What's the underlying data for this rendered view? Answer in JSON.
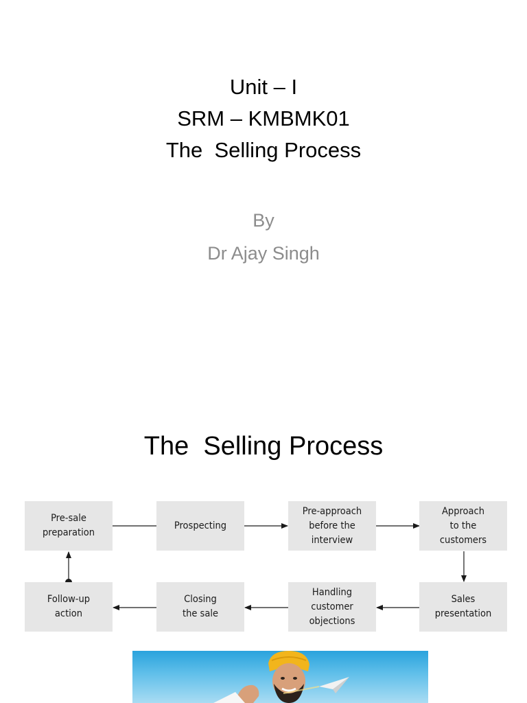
{
  "slide1": {
    "title_lines": [
      "Unit – I",
      "SRM – KMBMK01",
      "The  Selling Process"
    ],
    "by": "By",
    "author": "Dr Ajay Singh"
  },
  "slide2": {
    "title": "The  Selling Process",
    "steps": {
      "pre_sale": "Pre-sale\npreparation",
      "prospecting": "Prospecting",
      "pre_approach": "Pre-approach\nbefore the\ninterview",
      "approach": "Approach\nto the\ncustomers",
      "presentation": "Sales\npresentation",
      "objections": "Handling\ncustomer\nobjections",
      "closing": "Closing\nthe sale",
      "follow_up": "Follow-up\naction"
    },
    "box_color": "#e6e6e6"
  },
  "slide3": {
    "image": "photo of man in yellow turban with paper airplane",
    "sky_color": "#2aa3dd",
    "turban_color": "#f2b51c"
  }
}
